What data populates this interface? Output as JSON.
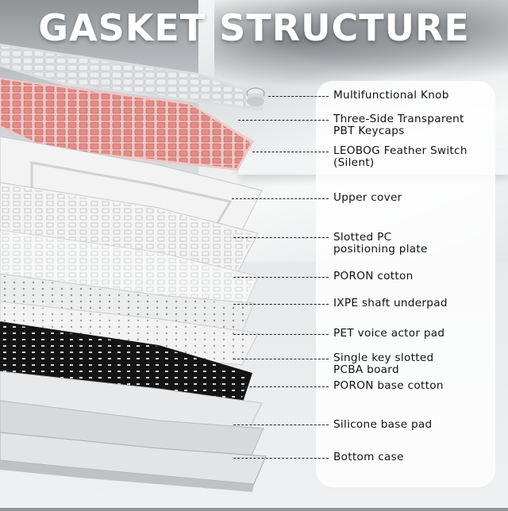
{
  "title": "GASKET STRUCTURE",
  "labels": [
    {
      "id": "knob",
      "text": "Multifunctional Knob"
    },
    {
      "id": "keycaps",
      "text": "Three-Side Transparent\nPBT Keycaps"
    },
    {
      "id": "switch",
      "text": "LEOBOG Feather Switch\n(Silent)"
    },
    {
      "id": "upper",
      "text": "Upper cover"
    },
    {
      "id": "plate",
      "text": "Slotted PC\npositioning plate"
    },
    {
      "id": "poron",
      "text": "PORON cotton"
    },
    {
      "id": "ixpe",
      "text": "IXPE shaft underpad"
    },
    {
      "id": "pet",
      "text": "PET voice actor pad"
    },
    {
      "id": "pcba",
      "text": "Single key slotted\nPCBA board"
    },
    {
      "id": "poronbase",
      "text": "PORON base cotton"
    },
    {
      "id": "silicone",
      "text": "Silicone base pad"
    },
    {
      "id": "bottom",
      "text": "Bottom case"
    }
  ],
  "colors": {
    "title": "#ffffff",
    "switch": "#e48b86",
    "keycap": "#e9eaeb",
    "pcb": "#141414",
    "plate": "#f2f2f2"
  }
}
